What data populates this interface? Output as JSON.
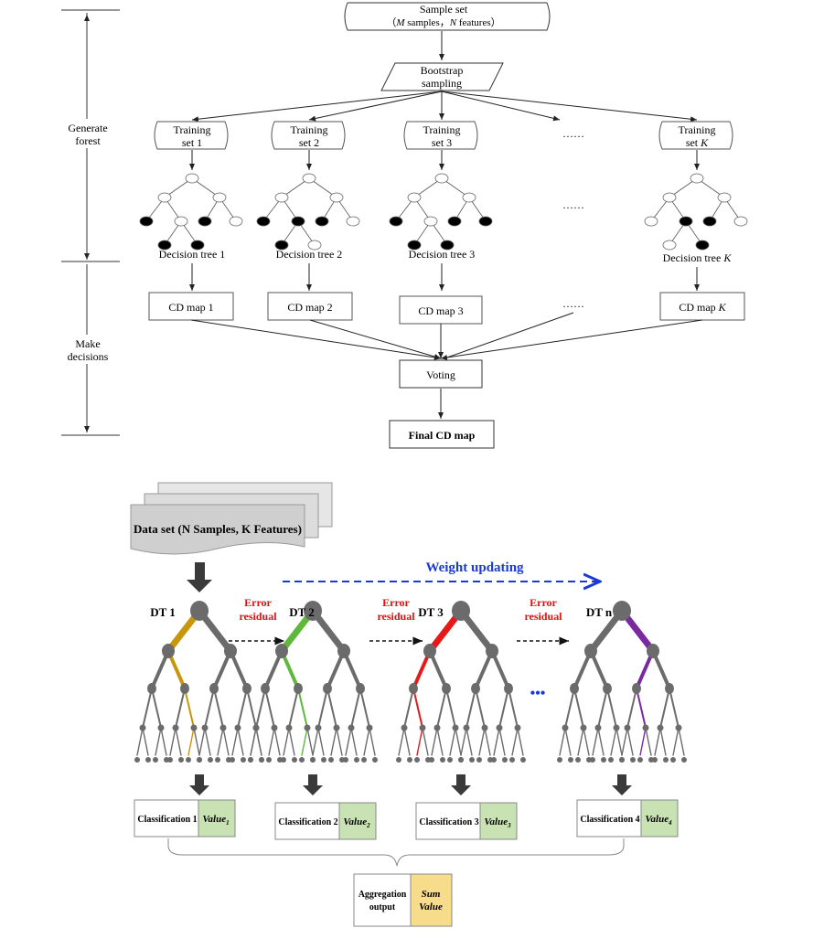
{
  "top": {
    "sample_set": {
      "line1": "Sample set",
      "line2_open": "（",
      "M": "M",
      "mid1": " samples，",
      "N": "N",
      "mid2": " features）"
    },
    "bootstrap": {
      "line1": "Bootstrap",
      "line2": "sampling"
    },
    "side": {
      "generate_1": "Generate",
      "generate_2": "forest",
      "make_1": "Make",
      "make_2": "decisions"
    },
    "training_line1": "Training",
    "training_sets": [
      "set 1",
      "set 2",
      "set 3"
    ],
    "training_k_prefix": "set ",
    "k": "K",
    "trees": [
      "Decision tree 1",
      "Decision tree 2",
      "Decision tree 3"
    ],
    "tree_k_prefix": "Decision tree ",
    "maps": [
      "CD map 1",
      "CD map 2",
      "CD map 3"
    ],
    "map_k_prefix": "CD map ",
    "ellipsis": "……",
    "voting": "Voting",
    "final": "Final CD map"
  },
  "bottom": {
    "dataset": "Data set (N Samples, K Features)",
    "weight": "Weight updating",
    "error_1": "Error",
    "error_2": "residual",
    "dts": [
      "DT 1",
      "DT 2",
      "DT 3",
      "DT n"
    ],
    "dots": "•••",
    "classifications": [
      "Classification 1",
      "Classification 2",
      "Classification 3",
      "Classification 4"
    ],
    "value_word": "Value",
    "value_subs": [
      "1",
      "2",
      "3",
      "4"
    ],
    "aggregation_1": "Aggregation",
    "aggregation_2": "output",
    "sum_1": "Sum",
    "sum_2": "Value"
  },
  "colors": {
    "path1": "#c8960a",
    "path2": "#5fb83a",
    "path3": "#e81818",
    "path4": "#7a2aa0",
    "tree": "#6b6b6b",
    "red_text": "#e01010",
    "blue": "#1a3ad8",
    "value_fill": "#c9e2b4",
    "sum_fill": "#f7dc8c"
  }
}
